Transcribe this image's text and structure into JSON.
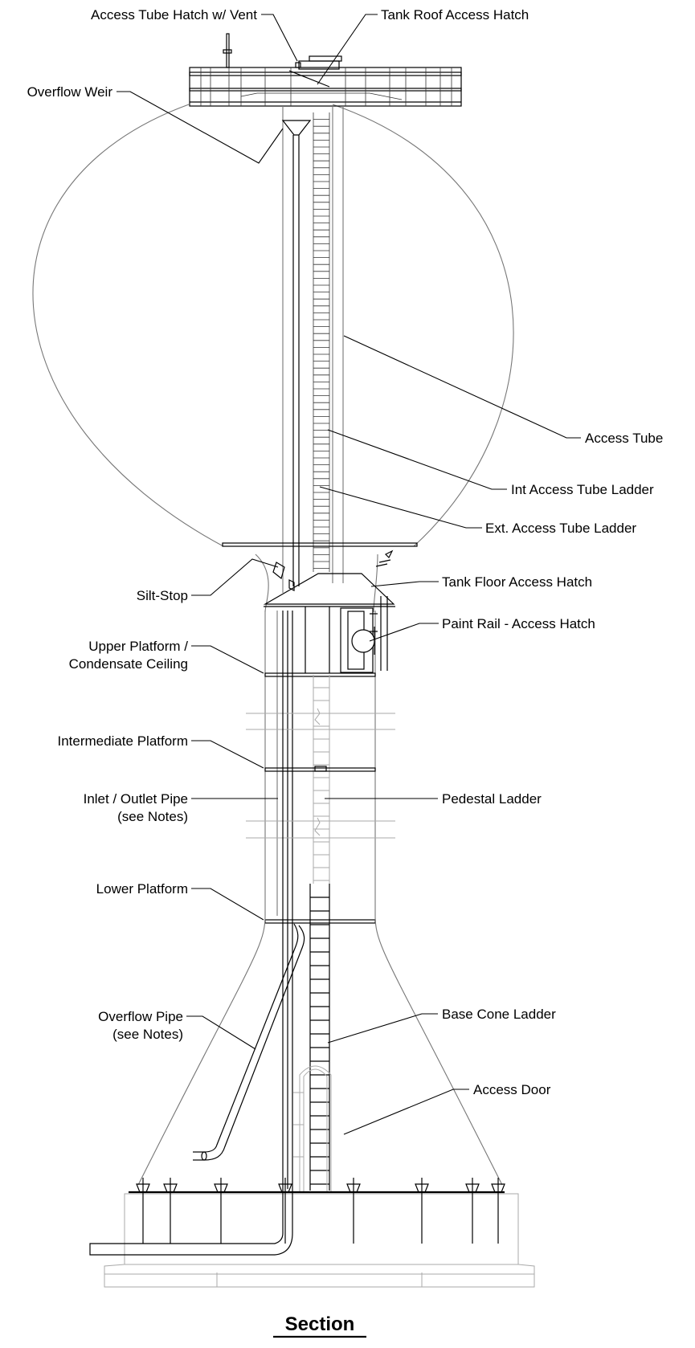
{
  "diagram": {
    "title": "Section",
    "labels": {
      "access_tube_hatch": "Access Tube Hatch w/ Vent",
      "tank_roof_hatch": "Tank Roof Access Hatch",
      "overflow_weir": "Overflow Weir",
      "access_tube": "Access Tube",
      "int_ladder": "Int Access Tube Ladder",
      "ext_ladder": "Ext. Access Tube Ladder",
      "silt_stop": "Silt-Stop",
      "tank_floor_hatch": "Tank Floor Access Hatch",
      "paint_rail": "Paint Rail - Access Hatch",
      "upper_platform_1": "Upper Platform /",
      "upper_platform_2": "Condensate Ceiling",
      "intermediate_platform": "Intermediate Platform",
      "inlet_pipe_1": "Inlet / Outlet Pipe",
      "inlet_pipe_2": "(see Notes)",
      "pedestal_ladder": "Pedestal Ladder",
      "lower_platform": "Lower Platform",
      "overflow_pipe_1": "Overflow Pipe",
      "overflow_pipe_2": "(see Notes)",
      "base_cone_ladder": "Base Cone Ladder",
      "access_door": "Access Door"
    }
  }
}
